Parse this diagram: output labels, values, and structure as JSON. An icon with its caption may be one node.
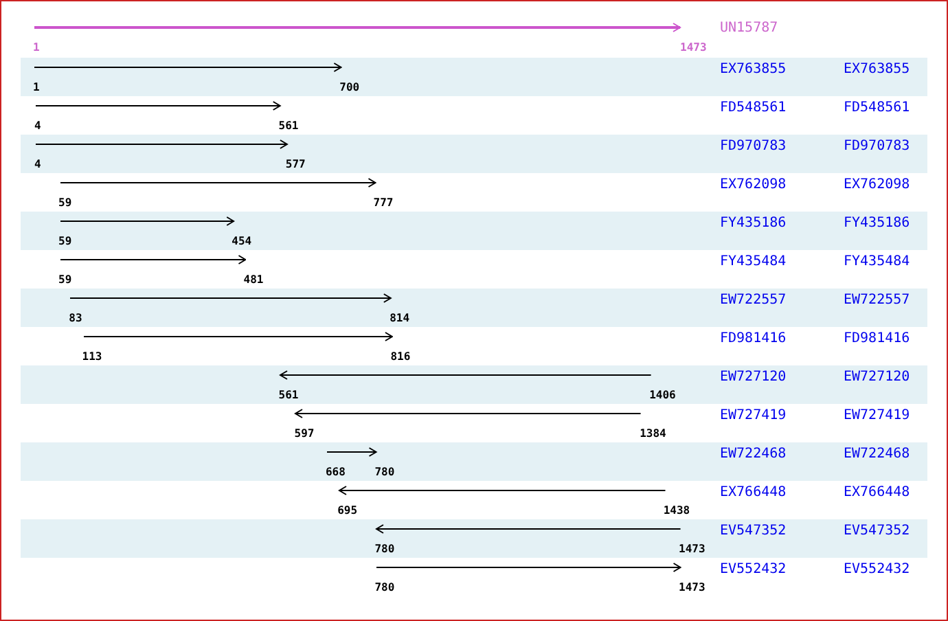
{
  "diagram": {
    "labels": [
      "UN15787",
      "1",
      "1473",
      "EX763855",
      "EX763855",
      "1",
      "700",
      "FD548561",
      "FD548561",
      "4",
      "561",
      "FD970783",
      "FD970783",
      "4",
      "577",
      "EX762098",
      "EX762098",
      "59",
      "777",
      "FY435186",
      "FY435186",
      "59",
      "454",
      "FY435484",
      "FY435484",
      "59",
      "481",
      "EW722557",
      "EW722557",
      "83",
      "814",
      "FD981416",
      "FD981416",
      "113",
      "816",
      "EW727120",
      "EW727120",
      "561",
      "1406",
      "EW727419",
      "EW727419",
      "597",
      "1384",
      "EW722468",
      "EW722468",
      "668",
      "780",
      "EX766448",
      "EX766448",
      "695",
      "1438",
      "EV547352",
      "EV547352",
      "780",
      "1473",
      "EV552432",
      "EV552432",
      "780",
      "1473"
    ]
  }
}
